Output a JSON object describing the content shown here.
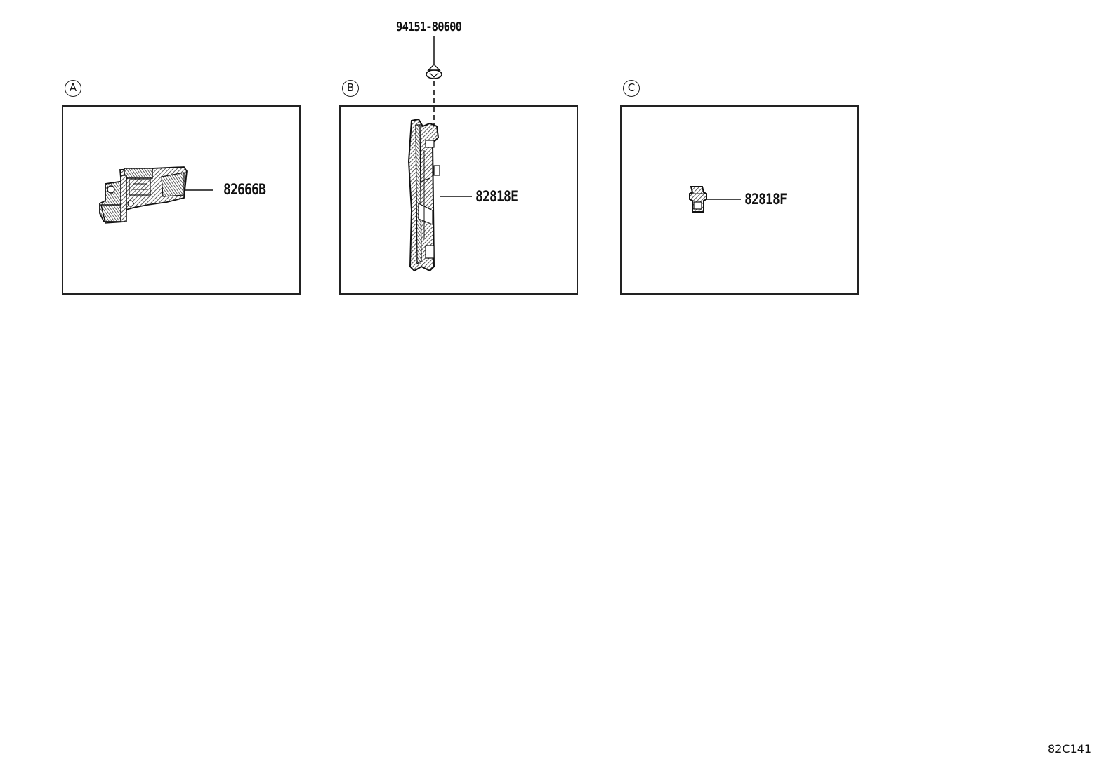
{
  "diagram": {
    "sections": [
      {
        "label": "A",
        "part_number": "82666B"
      },
      {
        "label": "B",
        "part_number": "82818E",
        "fastener_part_number": "94151-80600"
      },
      {
        "label": "C",
        "part_number": "82818F"
      }
    ],
    "reference_id": "82C141"
  }
}
